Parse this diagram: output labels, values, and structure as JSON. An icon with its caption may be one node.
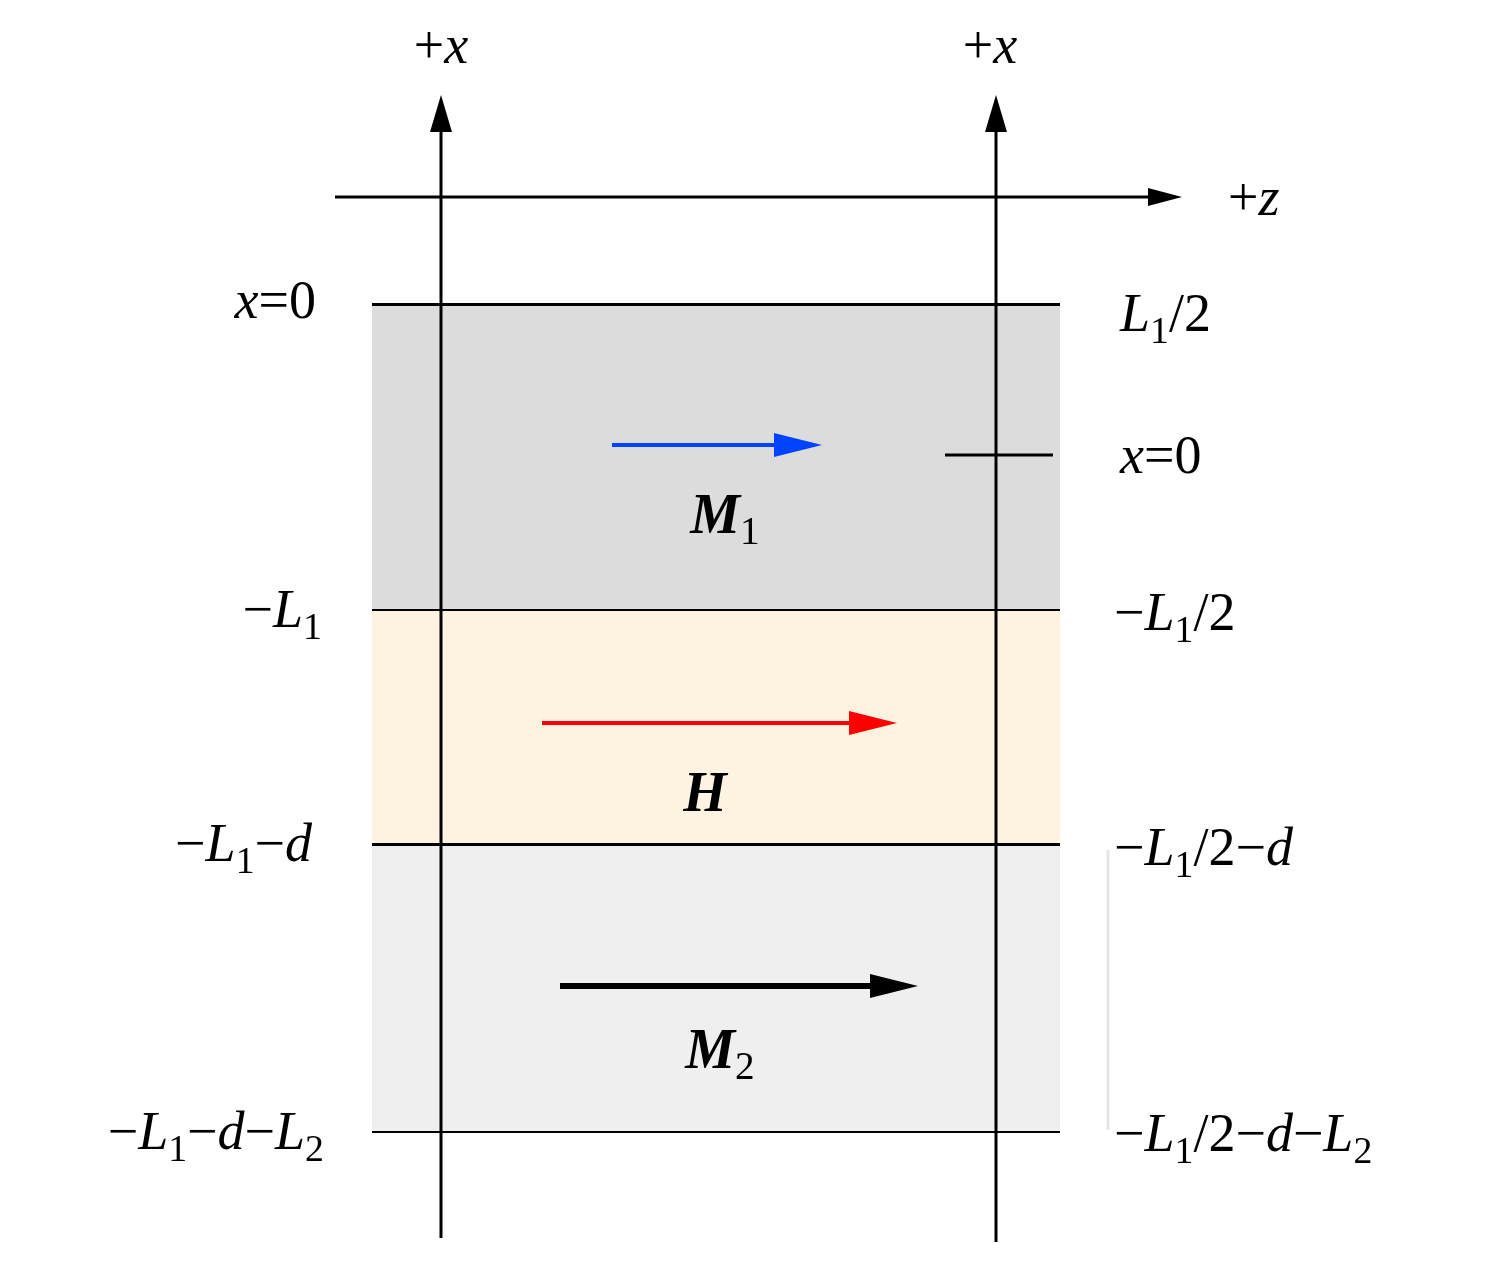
{
  "diagram": {
    "nodes": [
      {
        "text": [
          "**M**$_{1}$"
        ]
      },
      {
        "text": [
          "H"
        ]
      },
      {
        "text": [
          "**M**$_{2}$"
        ]
      }
    ],
    "labels": [
      "+*x*",
      "+*x*",
      "+*z*",
      "*x*=0",
      "*L*$_{1}$/2",
      "*x*=0",
      "−*L*$_{1}$",
      "−*L*$_{1}$/2",
      "−*L*$_{1}$−*d*",
      "−*L*$_{1}$/2−*d*",
      "−*L*$_{1}$−*d*−*L*$_{2}$",
      "−*L*$_{1}$/2−*d*−*L*$_{2}$"
    ]
  }
}
